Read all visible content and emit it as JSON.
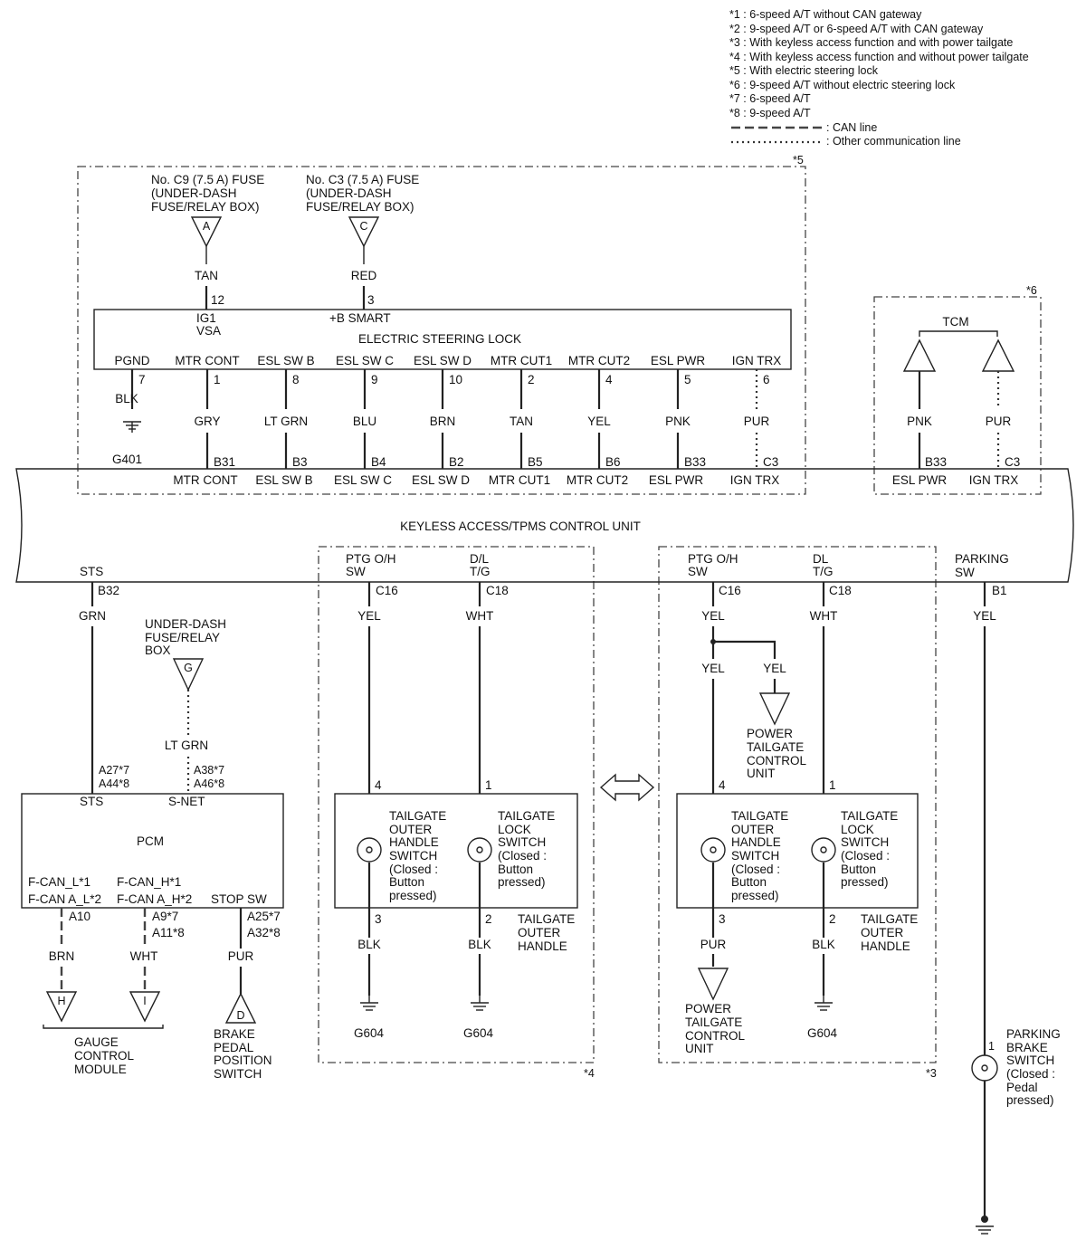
{
  "legend": {
    "notes": [
      "*1 : 6-speed A/T without CAN gateway",
      "*2 : 9-speed A/T or 6-speed A/T with CAN gateway",
      "*3 : With keyless access function and with power tailgate",
      "*4 : With keyless access function and without power tailgate",
      "*5 : With electric steering lock",
      "*6 : 9-speed A/T without electric steering lock",
      "*7 : 6-speed A/T",
      "*8 : 9-speed A/T"
    ],
    "can_line": ": CAN line",
    "other_line": ": Other communication line"
  },
  "groups": {
    "g5": "*5",
    "g6": "*6",
    "g4": "*4",
    "g3": "*3"
  },
  "fuses": {
    "c9": [
      "No. C9 (7.5 A) FUSE",
      "(UNDER-DASH",
      "FUSE/RELAY BOX)"
    ],
    "c3": [
      "No. C3 (7.5 A) FUSE",
      "(UNDER-DASH",
      "FUSE/RELAY BOX)"
    ]
  },
  "connectors": {
    "A": "A",
    "C": "C",
    "G": "G",
    "H": "H",
    "I": "I",
    "D": "D"
  },
  "esl": {
    "title": "ELECTRIC STEERING LOCK",
    "top_wires": [
      {
        "color": "TAN",
        "pin": "12",
        "label1": "IG1",
        "label2": "VSA"
      },
      {
        "color": "RED",
        "pin": "3",
        "label1": "+B SMART",
        "label2": ""
      }
    ],
    "pins": [
      {
        "label": "PGND",
        "pin": "7",
        "color": "BLK",
        "unit_pin": "",
        "unit_label": ""
      },
      {
        "label": "MTR CONT",
        "pin": "1",
        "color": "GRY",
        "unit_pin": "B31",
        "unit_label": "MTR CONT"
      },
      {
        "label": "ESL SW B",
        "pin": "8",
        "color": "LT GRN",
        "unit_pin": "B3",
        "unit_label": "ESL SW B"
      },
      {
        "label": "ESL SW C",
        "pin": "9",
        "color": "BLU",
        "unit_pin": "B4",
        "unit_label": "ESL SW C"
      },
      {
        "label": "ESL SW D",
        "pin": "10",
        "color": "BRN",
        "unit_pin": "B2",
        "unit_label": "ESL SW D"
      },
      {
        "label": "MTR CUT1",
        "pin": "2",
        "color": "TAN",
        "unit_pin": "B5",
        "unit_label": "MTR CUT1"
      },
      {
        "label": "MTR CUT2",
        "pin": "4",
        "color": "YEL",
        "unit_pin": "B6",
        "unit_label": "MTR CUT2"
      },
      {
        "label": "ESL PWR",
        "pin": "5",
        "color": "PNK",
        "unit_pin": "B33",
        "unit_label": "ESL PWR"
      },
      {
        "label": "IGN TRX",
        "pin": "6",
        "color": "PUR",
        "unit_pin": "C3",
        "unit_label": "IGN TRX"
      }
    ],
    "ground": "G401"
  },
  "tcm": {
    "title": "TCM",
    "wires": [
      {
        "color": "PNK",
        "unit_pin": "B33",
        "unit_label": "ESL PWR"
      },
      {
        "color": "PUR",
        "unit_pin": "C3",
        "unit_label": "IGN TRX"
      }
    ]
  },
  "control_unit": {
    "title": "KEYLESS ACCESS/TPMS CONTROL UNIT",
    "sts_label": "STS",
    "sts_pin": "B32",
    "parking_label": [
      "PARKING",
      "SW"
    ],
    "parking_pin": "B1"
  },
  "sts_wire": {
    "color": "GRN",
    "pin1": "A27*7",
    "pin2": "A44*8"
  },
  "fuse_g": {
    "label": [
      "UNDER-DASH",
      "FUSE/RELAY",
      "BOX"
    ],
    "color": "LT GRN",
    "pin1": "A38*7",
    "pin2": "A46*8"
  },
  "pcm": {
    "title": "PCM",
    "sts": "STS",
    "snet": "S-NET",
    "fcan_l1": "F-CAN_L*1",
    "fcan_l2": "F-CAN A_L*2",
    "fcan_h1": "F-CAN_H*1",
    "fcan_h2": "F-CAN A_H*2",
    "stop_sw": "STOP SW",
    "pin_a10": "A10",
    "pin_a9": "A9*7",
    "pin_a11": "A11*8",
    "pin_a25": "A25*7",
    "pin_a32": "A32*8",
    "wire_brn": "BRN",
    "wire_wht": "WHT",
    "wire_pur": "PUR",
    "gauge": [
      "GAUGE",
      "CONTROL",
      "MODULE"
    ],
    "brake": [
      "BRAKE",
      "PEDAL",
      "POSITION",
      "SWITCH"
    ]
  },
  "tailgate4": {
    "ptg": [
      "PTG O/H",
      "SW"
    ],
    "dl": [
      "D/L",
      "T/G"
    ],
    "pin_c16": "C16",
    "pin_c18": "C18",
    "yel": "YEL",
    "wht": "WHT",
    "pin4": "4",
    "pin1": "1",
    "pin3": "3",
    "pin2": "2",
    "sw1": [
      "TAILGATE",
      "OUTER",
      "HANDLE",
      "SWITCH",
      "(Closed :",
      "Button",
      "pressed)"
    ],
    "sw2": [
      "TAILGATE",
      "LOCK",
      "SWITCH",
      "(Closed :",
      "Button",
      "pressed)"
    ],
    "handle": [
      "TAILGATE",
      "OUTER",
      "HANDLE"
    ],
    "blk": "BLK",
    "ground": "G604"
  },
  "tailgate3": {
    "ptg": [
      "PTG O/H",
      "SW"
    ],
    "dl": [
      "DL",
      "T/G"
    ],
    "pin_c16": "C16",
    "pin_c18": "C18",
    "yel": "YEL",
    "wht": "WHT",
    "ptcu": [
      "POWER",
      "TAILGATE",
      "CONTROL",
      "UNIT"
    ],
    "pin4": "4",
    "pin1": "1",
    "pin3": "3",
    "pin2": "2",
    "sw1": [
      "TAILGATE",
      "OUTER",
      "HANDLE",
      "SWITCH",
      "(Closed :",
      "Button",
      "pressed)"
    ],
    "sw2": [
      "TAILGATE",
      "LOCK",
      "SWITCH",
      "(Closed :",
      "Button",
      "pressed)"
    ],
    "handle": [
      "TAILGATE",
      "OUTER",
      "HANDLE"
    ],
    "pur": "PUR",
    "blk": "BLK",
    "ground": "G604"
  },
  "parking_brake": {
    "wire": "YEL",
    "pin": "1",
    "label": [
      "PARKING",
      "BRAKE",
      "SWITCH",
      "(Closed :",
      "Pedal",
      "pressed)"
    ]
  }
}
